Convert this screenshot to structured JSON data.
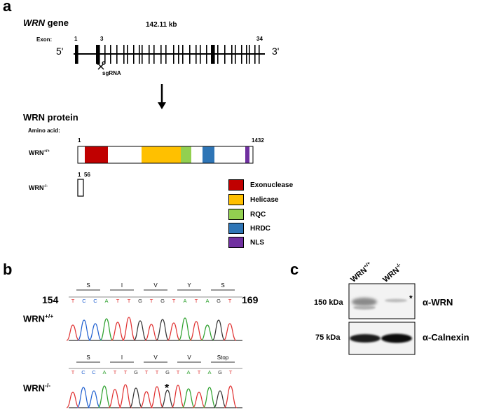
{
  "panel_a": {
    "letter": "a",
    "gene_title_italic": "WRN",
    "gene_title_rest": " gene",
    "gene_length": "142.11 kb",
    "exon_label": "Exon:",
    "exon_numbers": [
      "1",
      "3",
      "34"
    ],
    "five_prime": "5'",
    "three_prime": "3'",
    "sgrna_label": "sgRNA",
    "protein_title": "WRN protein",
    "amino_acid_label": "Amino acid:",
    "wt_label": "WRN",
    "wt_sup": "+/+",
    "ko_label": "WRN",
    "ko_sup": "-/-",
    "aa_start": "1",
    "aa_end": "1432",
    "ko_aa_start": "1",
    "ko_aa_end": "56",
    "colors": {
      "exonuclease": "#c00000",
      "helicase": "#ffc000",
      "rqc": "#92d050",
      "hrdc": "#2e75b6",
      "nls": "#7030a0"
    },
    "legend": [
      {
        "label": "Exonuclease",
        "color": "#c00000"
      },
      {
        "label": "Helicase",
        "color": "#ffc000"
      },
      {
        "label": "RQC",
        "color": "#92d050"
      },
      {
        "label": "HRDC",
        "color": "#2e75b6"
      },
      {
        "label": "NLS",
        "color": "#7030a0"
      }
    ]
  },
  "panel_b": {
    "letter": "b",
    "pos_start": "154",
    "pos_end": "169",
    "wt_codons": [
      "S",
      "I",
      "V",
      "Y",
      "S"
    ],
    "ko_codons": [
      "S",
      "I",
      "V",
      "V",
      "Stop"
    ],
    "wt_bases": [
      "T",
      "C",
      "C",
      "A",
      "T",
      "T",
      "G",
      "T",
      "G",
      "T",
      "A",
      "T",
      "A",
      "G",
      "T"
    ],
    "ko_bases": [
      "T",
      "C",
      "C",
      "A",
      "T",
      "T",
      "G",
      "T",
      "T",
      "G",
      "T",
      "A",
      "T",
      "A",
      "G",
      "T"
    ],
    "wt_label": "WRN",
    "wt_sup": "+/+",
    "ko_label": "WRN",
    "ko_sup": "-/-",
    "mutation_marker": "*",
    "base_colors": {
      "A": "#2ca02c",
      "C": "#1f5fd0",
      "G": "#333333",
      "T": "#e03030"
    }
  },
  "panel_c": {
    "letter": "c",
    "lane_labels": [
      {
        "base": "WRN",
        "sup": "+/+"
      },
      {
        "base": "WRN",
        "sup": "-/-"
      }
    ],
    "marker_150": "150 kDa",
    "marker_75": "75 kDa",
    "wrn_antibody": "α-WRN",
    "calnexin_antibody": "α-Calnexin",
    "star": "*"
  }
}
